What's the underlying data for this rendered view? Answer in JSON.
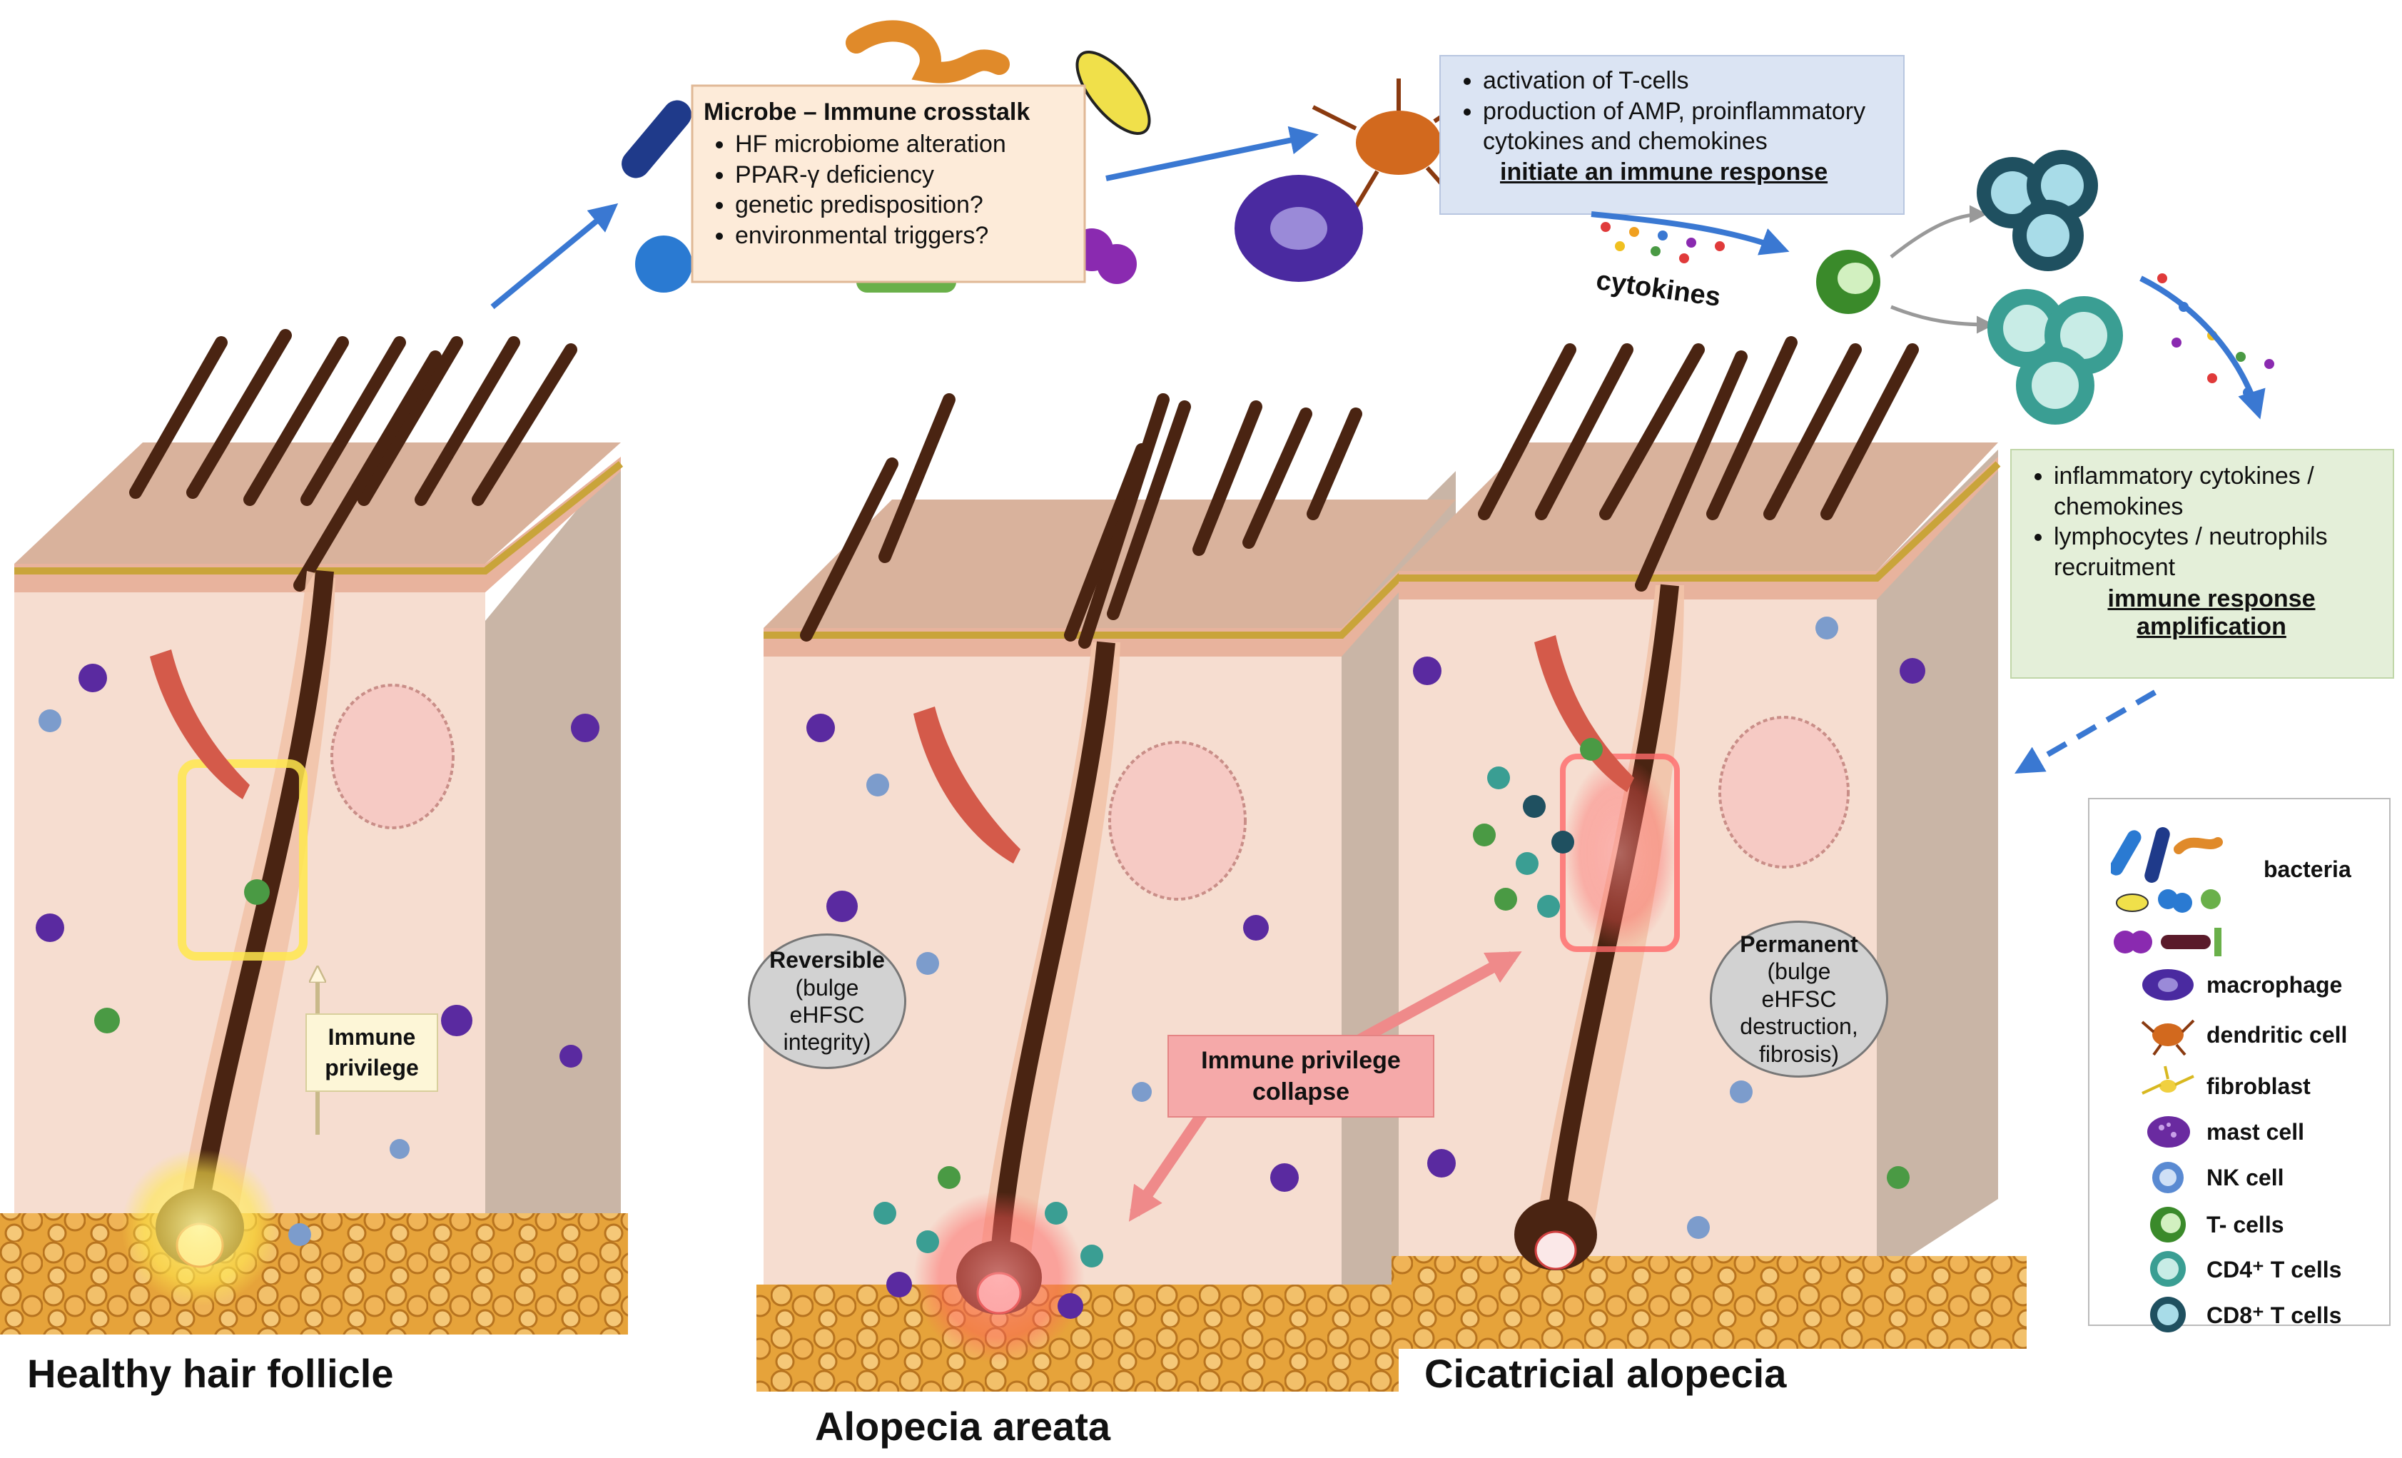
{
  "panels": {
    "healthy": "Healthy hair follicle",
    "areata": "Alopecia areata",
    "cicatricial": "Cicatricial alopecia"
  },
  "microbe_box": {
    "title": "Microbe – Immune crosstalk",
    "items": [
      "HF microbiome alteration",
      "PPAR-γ deficiency",
      "genetic predisposition?",
      "environmental triggers?"
    ]
  },
  "activation_box": {
    "items": [
      "activation of T-cells",
      "production of AMP, proinflammatory cytokines and chemokines"
    ],
    "conclusion": "initiate an immune response"
  },
  "amplification_box": {
    "items": [
      "inflammatory cytokines / chemokines",
      "lymphocytes / neutrophils recruitment"
    ],
    "conclusion": "immune response amplification"
  },
  "cytokines_label": "cytokines",
  "immune_privilege_label": "Immune privilege",
  "collapse_label": "Immune privilege collapse",
  "reversible": {
    "title": "Reversible",
    "detail": "(bulge eHFSC integrity)"
  },
  "permanent": {
    "title": "Permanent",
    "detail": "(bulge eHFSC destruction, fibrosis)"
  },
  "legend": [
    {
      "label": "bacteria",
      "icon": "bacteria-icon"
    },
    {
      "label": "macrophage",
      "icon": "macrophage-icon"
    },
    {
      "label": "dendritic cell",
      "icon": "dendritic-cell-icon"
    },
    {
      "label": "fibroblast",
      "icon": "fibroblast-icon"
    },
    {
      "label": "mast cell",
      "icon": "mast-cell-icon"
    },
    {
      "label": "NK cell",
      "icon": "nk-cell-icon"
    },
    {
      "label": "T- cells",
      "icon": "t-cell-icon"
    },
    {
      "label": "CD4⁺ T cells",
      "icon": "cd4-cell-icon"
    },
    {
      "label": "CD8⁺ T cells",
      "icon": "cd8-cell-icon"
    }
  ],
  "colors": {
    "arrow_blue": "#3a78d2",
    "dermis": "#f6ddd0",
    "epidermis": "#e9b8a3",
    "hair": "#4a2412",
    "fat": "#e6a33a",
    "microbe_box_bg": "#fdebd9",
    "activation_box_bg": "#dbe4f3",
    "amplification_box_bg": "#e4efd9",
    "collapse_bg": "#f5a9a9",
    "privilege_bg": "#fdf6d7"
  }
}
